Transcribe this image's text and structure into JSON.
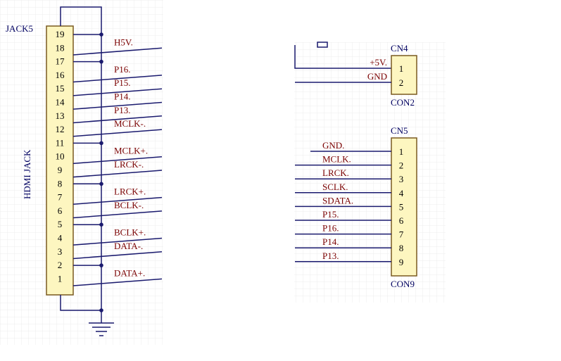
{
  "colors": {
    "wire": "#1a1a6e",
    "connector_fill": "#fdf6c0",
    "connector_stroke": "#7a5a20",
    "label_text": "#7a0000",
    "pin_text": "#000000",
    "designator_text": "#000060",
    "junction": "#1a1a6e",
    "grid": "#e6e6e6"
  },
  "jack5": {
    "designator": "JACK5",
    "comment": "HDMI JACK",
    "pins": [
      {
        "num": "19",
        "net": ""
      },
      {
        "num": "18",
        "net": "H5V."
      },
      {
        "num": "17",
        "net": ""
      },
      {
        "num": "16",
        "net": "P16."
      },
      {
        "num": "15",
        "net": "P15."
      },
      {
        "num": "14",
        "net": "P14."
      },
      {
        "num": "13",
        "net": "P13."
      },
      {
        "num": "12",
        "net": "MCLK-."
      },
      {
        "num": "11",
        "net": ""
      },
      {
        "num": "10",
        "net": "MCLK+."
      },
      {
        "num": "9",
        "net": "LRCK-."
      },
      {
        "num": "8",
        "net": ""
      },
      {
        "num": "7",
        "net": "LRCK+."
      },
      {
        "num": "6",
        "net": "BCLK-."
      },
      {
        "num": "5",
        "net": ""
      },
      {
        "num": "4",
        "net": "BCLK+."
      },
      {
        "num": "3",
        "net": "DATA-."
      },
      {
        "num": "2",
        "net": ""
      },
      {
        "num": "1",
        "net": "DATA+."
      }
    ]
  },
  "cn4": {
    "designator": "CN4",
    "comment": "CON2",
    "pins": [
      {
        "num": "1",
        "net": "+5V."
      },
      {
        "num": "2",
        "net": "GND"
      }
    ]
  },
  "cn5": {
    "designator": "CN5",
    "comment": "CON9",
    "pins": [
      {
        "num": "1",
        "net": "GND."
      },
      {
        "num": "2",
        "net": "MCLK."
      },
      {
        "num": "3",
        "net": "LRCK."
      },
      {
        "num": "4",
        "net": "SCLK."
      },
      {
        "num": "5",
        "net": "SDATA."
      },
      {
        "num": "6",
        "net": "P15."
      },
      {
        "num": "7",
        "net": "P16."
      },
      {
        "num": "8",
        "net": "P14."
      },
      {
        "num": "9",
        "net": "P13."
      }
    ]
  }
}
